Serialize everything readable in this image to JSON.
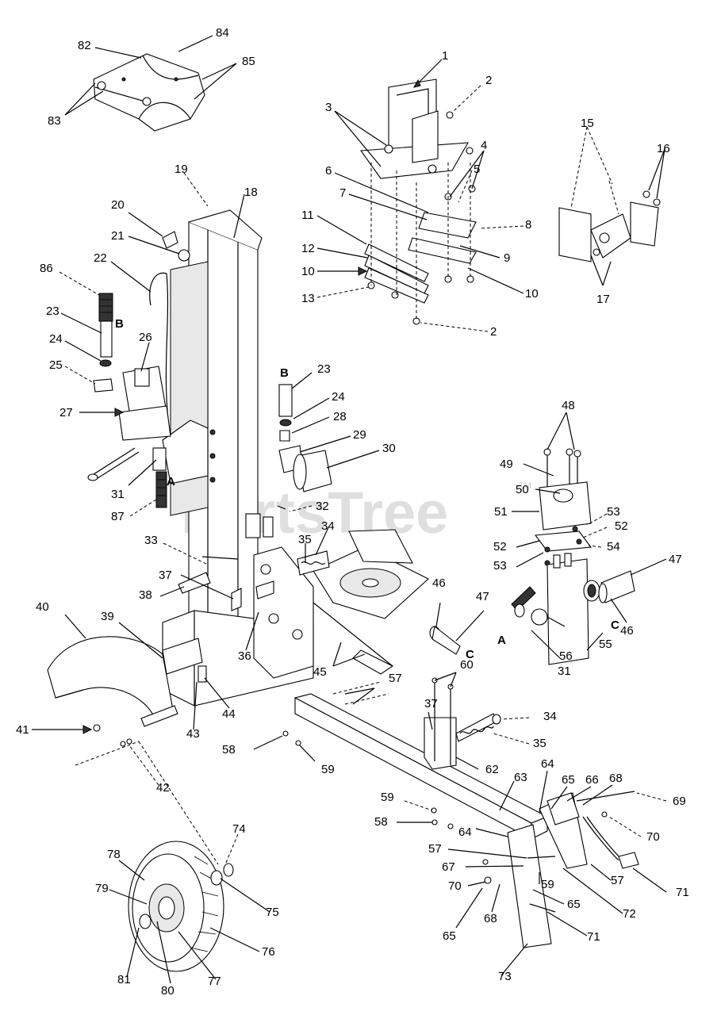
{
  "watermark": {
    "text": "PartsTree",
    "tm": "TM"
  },
  "callouts": {
    "n1": "1",
    "n2": "2",
    "n3": "3",
    "n4": "4",
    "n5": "5",
    "n6": "6",
    "n7": "7",
    "n8": "8",
    "n9": "9",
    "n10": "10",
    "n11": "11",
    "n12": "12",
    "n13": "13",
    "n15": "15",
    "n16": "16",
    "n17": "17",
    "n18": "18",
    "n19": "19",
    "n20": "20",
    "n21": "21",
    "n22": "22",
    "n23": "23",
    "n24": "24",
    "n25": "25",
    "n26": "26",
    "n27": "27",
    "n28": "28",
    "n29": "29",
    "n30": "30",
    "n31": "31",
    "n32": "32",
    "n33": "33",
    "n34": "34",
    "n35": "35",
    "n36": "36",
    "n37": "37",
    "n38": "38",
    "n39": "39",
    "n40": "40",
    "n41": "41",
    "n42": "42",
    "n43": "43",
    "n44": "44",
    "n45": "45",
    "n46": "46",
    "n47": "47",
    "n48": "48",
    "n49": "49",
    "n50": "50",
    "n51": "51",
    "n52": "52",
    "n53": "53",
    "n54": "54",
    "n55": "55",
    "n56": "56",
    "n57": "57",
    "n58": "58",
    "n59": "59",
    "n60": "60",
    "n62": "62",
    "n63": "63",
    "n64": "64",
    "n65": "65",
    "n66": "66",
    "n67": "67",
    "n68": "68",
    "n69": "69",
    "n70": "70",
    "n71": "71",
    "n72": "72",
    "n73": "73",
    "n74": "74",
    "n75": "75",
    "n76": "76",
    "n77": "77",
    "n78": "78",
    "n79": "79",
    "n80": "80",
    "n81": "81",
    "n82": "82",
    "n83": "83",
    "n84": "84",
    "n85": "85",
    "n86": "86",
    "n87": "87"
  },
  "connectors": {
    "A": "A",
    "B": "B",
    "C": "C"
  }
}
